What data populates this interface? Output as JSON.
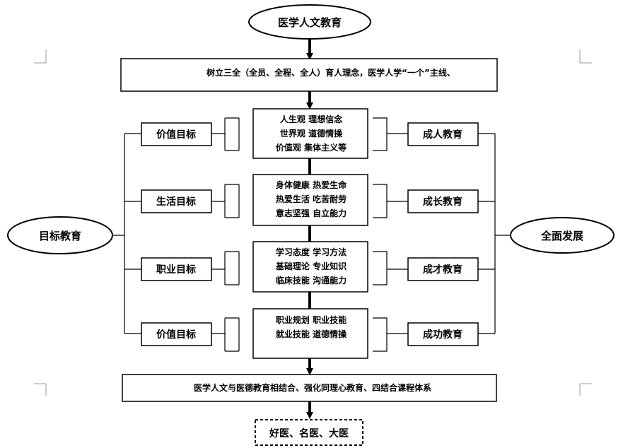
{
  "top_title": "医学人文教育",
  "principle": "树立三全（全员、全程、全人）育人理念，医学人学“一个”主线、",
  "left_hub": "目标教育",
  "right_hub": "全面发展",
  "rows": [
    {
      "left": "价值目标",
      "right": "成人教育",
      "lines": [
        "人生观   理想信念",
        "世界观  道德情操",
        "价值观  集体主义等"
      ]
    },
    {
      "left": "生活目标",
      "right": "成长教育",
      "lines": [
        "身体健康  热爱生命",
        "热爱生活    吃苦耐劳",
        "意志坚强   自立能力"
      ]
    },
    {
      "left": "职业目标",
      "right": "成才教育",
      "lines": [
        "学习态度   学习方法",
        "基础理论  专业知识",
        "临床技能  沟通能力"
      ]
    },
    {
      "left": "价值目标",
      "right": "成功教育",
      "lines": [
        "职业规划  职业技能",
        "就业技能  道德情操"
      ]
    }
  ],
  "integration": "医学人文与医德教育相结合、强化同理心教育、四结合课程体系",
  "goal": "好医、名医、大医",
  "colors": {
    "line": "#000000",
    "background": "#ffffff"
  }
}
